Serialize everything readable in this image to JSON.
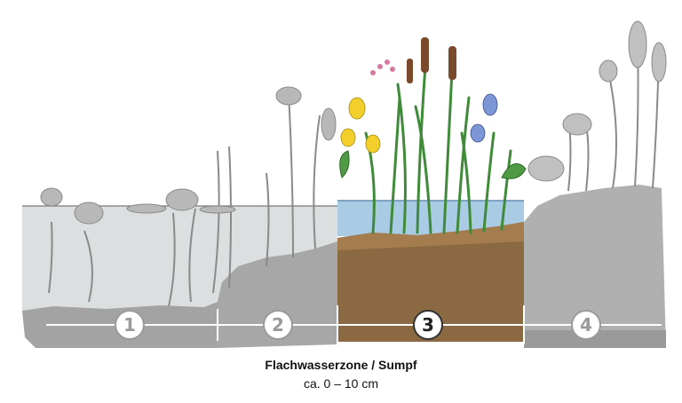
{
  "zones": [
    {
      "number": "1",
      "active": false
    },
    {
      "number": "2",
      "active": false
    },
    {
      "number": "3",
      "active": true
    },
    {
      "number": "4",
      "active": false
    }
  ],
  "caption": {
    "title": "Flachwasserzone / Sumpf",
    "depth": "ca. 0 – 10 cm"
  },
  "colors": {
    "water_gray": "#d9dcdc",
    "ground_gray": "#9a9a9a",
    "water_blue": "#a9cbe4",
    "soil_brown": "#8b6a43",
    "plant_green": "#3f8b3a",
    "iris_yellow": "#f2cf2a",
    "iris_blue": "#7d96d6"
  }
}
